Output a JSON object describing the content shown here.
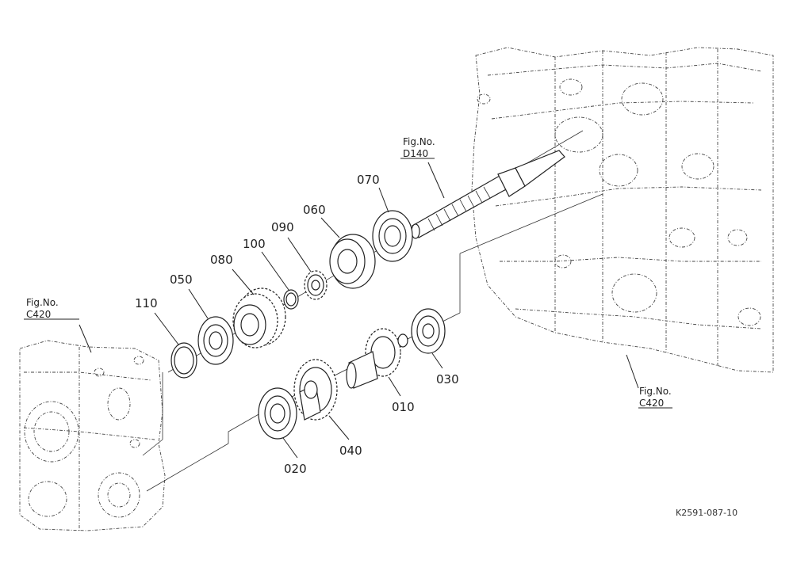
{
  "parts": {
    "p010": "010",
    "p020": "020",
    "p030": "030",
    "p040": "040",
    "p050": "050",
    "p060": "060",
    "p070": "070",
    "p080": "080",
    "p090": "090",
    "p100": "100",
    "p110": "110"
  },
  "references": {
    "left": {
      "line1": "Fig.No.",
      "line2": "C420"
    },
    "right": {
      "line1": "Fig.No.",
      "line2": "C420"
    },
    "top": {
      "line1": "Fig.No.",
      "line2": "D140"
    }
  },
  "drawing_code": "K2591-087-10"
}
